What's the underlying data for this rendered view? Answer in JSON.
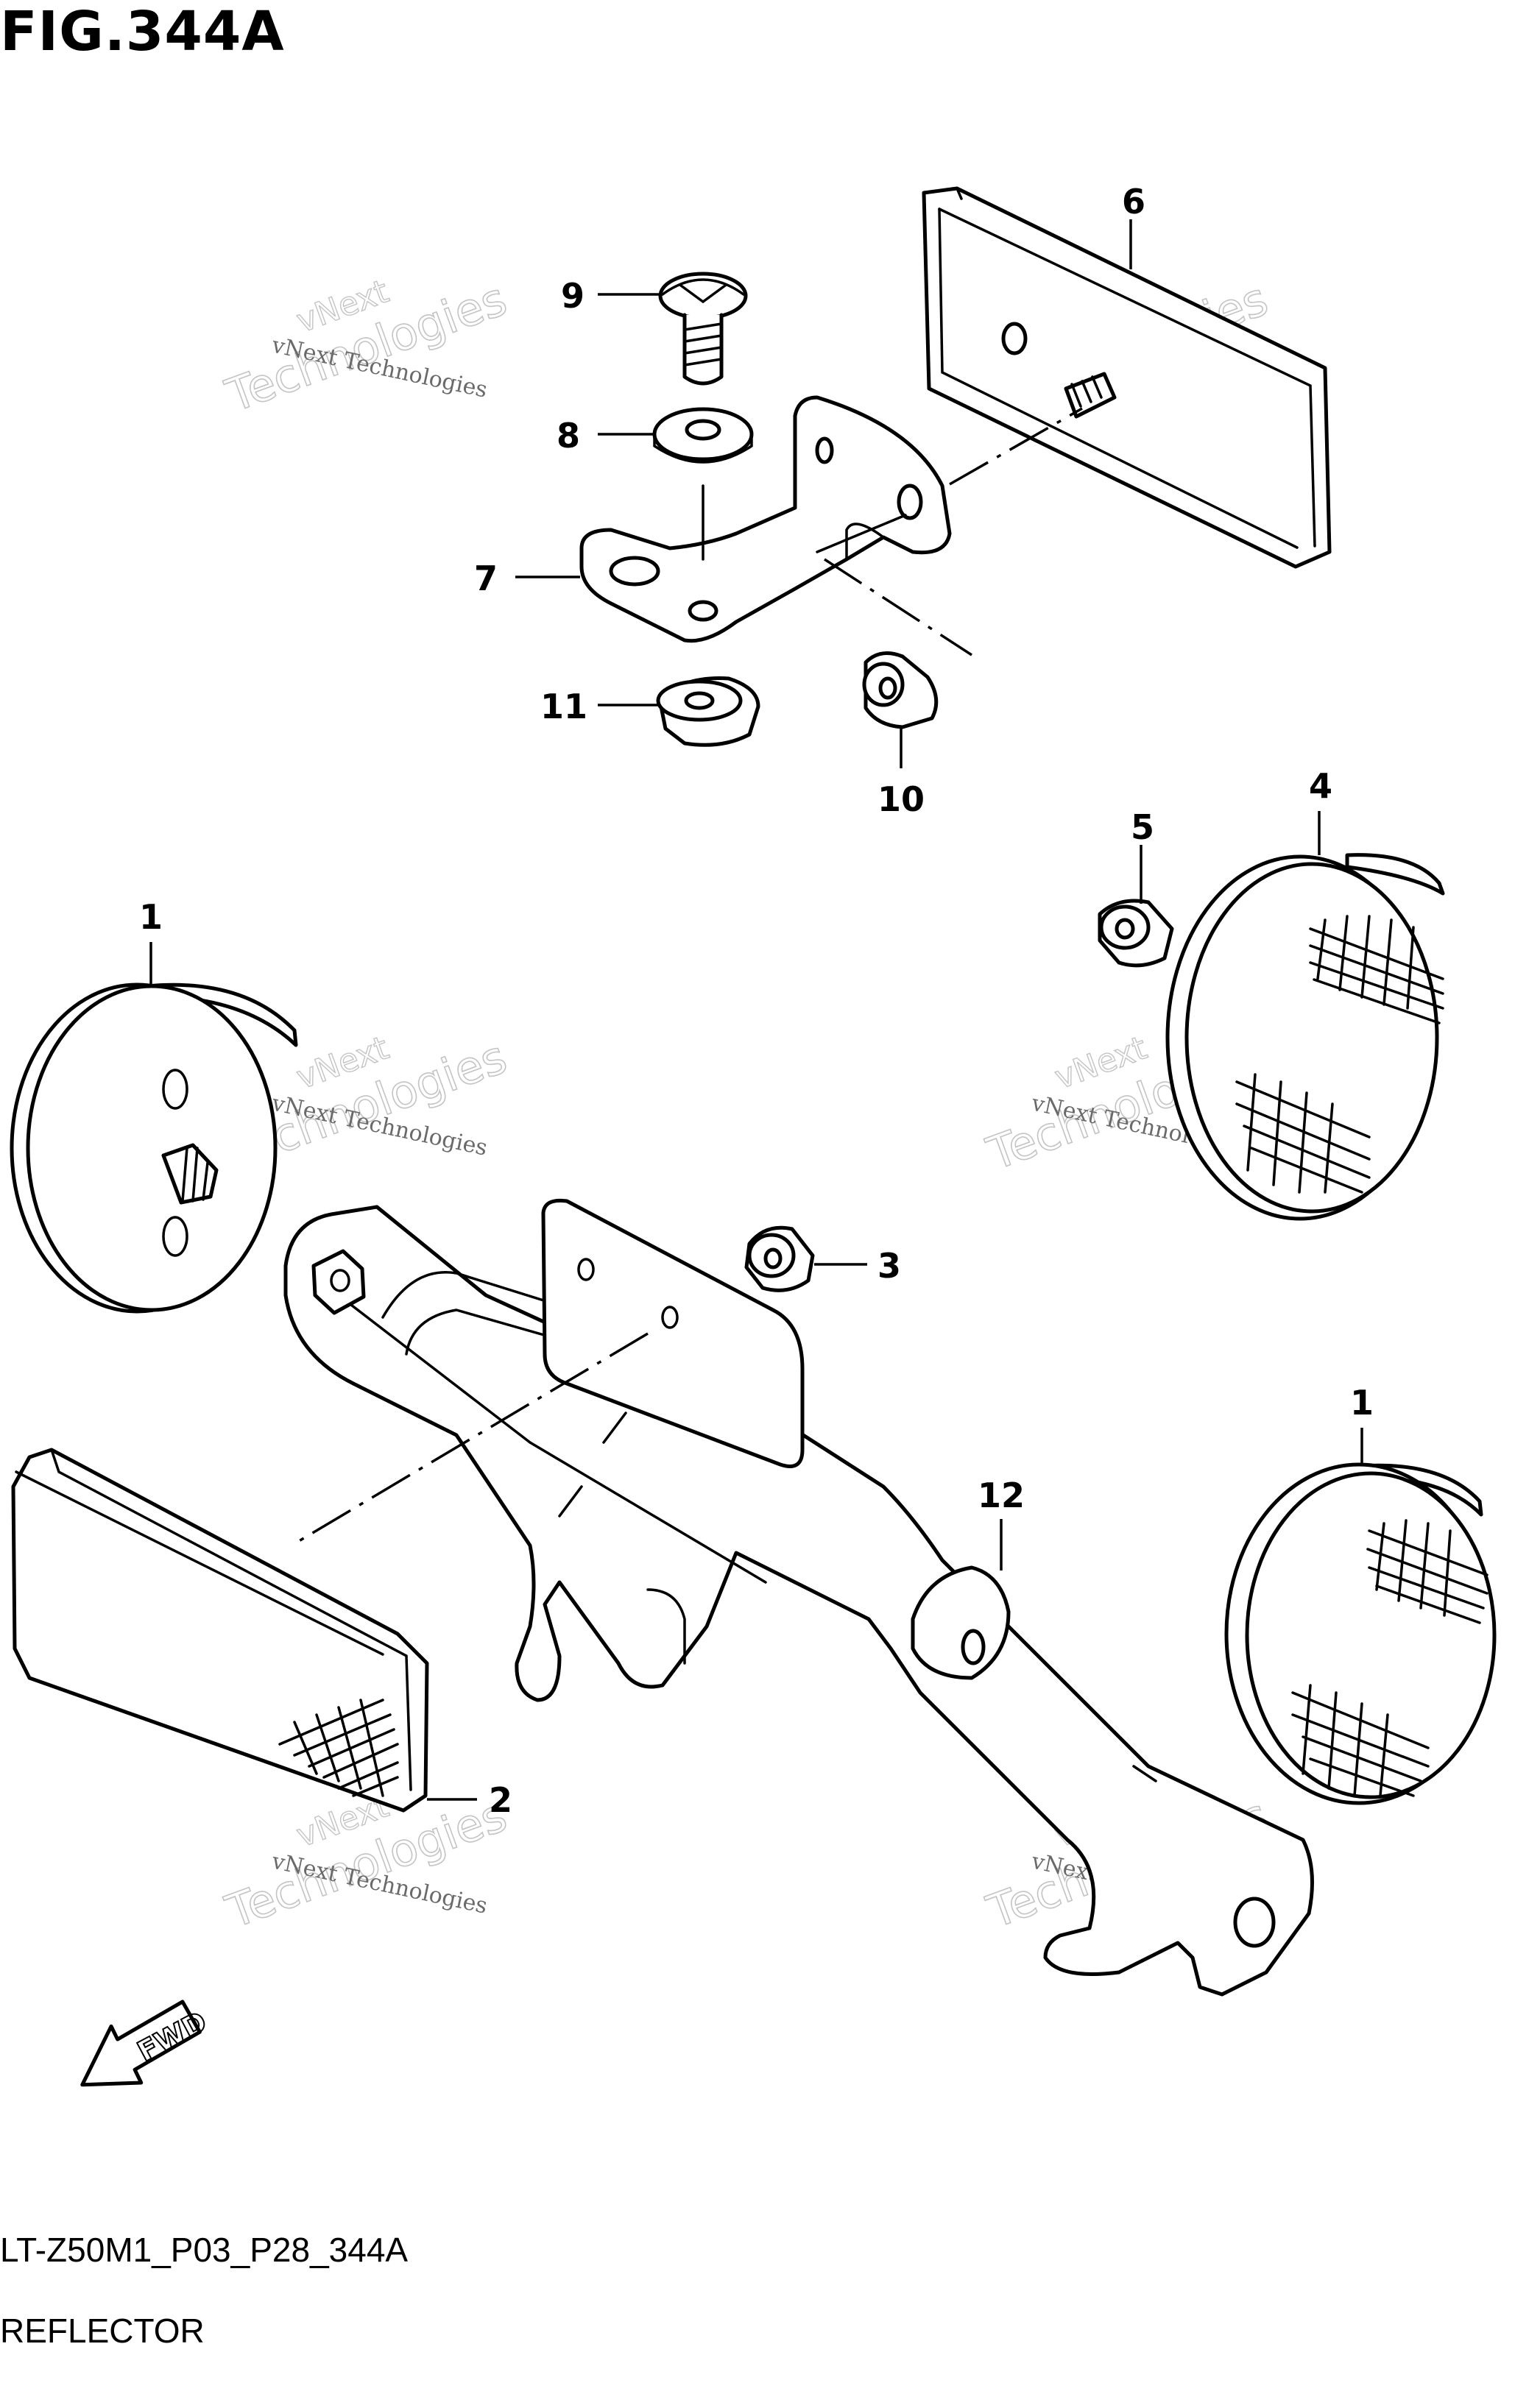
{
  "figure": {
    "title": "FIG.344A",
    "model_code": "LT-Z50M1_P03_P28_344A",
    "section_name": "REFLECTOR",
    "direction_label": "FWD"
  },
  "callouts": [
    {
      "id": "c1a",
      "number": "1"
    },
    {
      "id": "c1b",
      "number": "1"
    },
    {
      "id": "c2",
      "number": "2"
    },
    {
      "id": "c3",
      "number": "3"
    },
    {
      "id": "c4",
      "number": "4"
    },
    {
      "id": "c5",
      "number": "5"
    },
    {
      "id": "c6",
      "number": "6"
    },
    {
      "id": "c7",
      "number": "7"
    },
    {
      "id": "c8",
      "number": "8"
    },
    {
      "id": "c9",
      "number": "9"
    },
    {
      "id": "c10",
      "number": "10"
    },
    {
      "id": "c11",
      "number": "11"
    },
    {
      "id": "c12",
      "number": "12"
    }
  ],
  "watermark": {
    "line1": "vNext Technologies",
    "line2": "Technologies",
    "line3": "vNext"
  }
}
